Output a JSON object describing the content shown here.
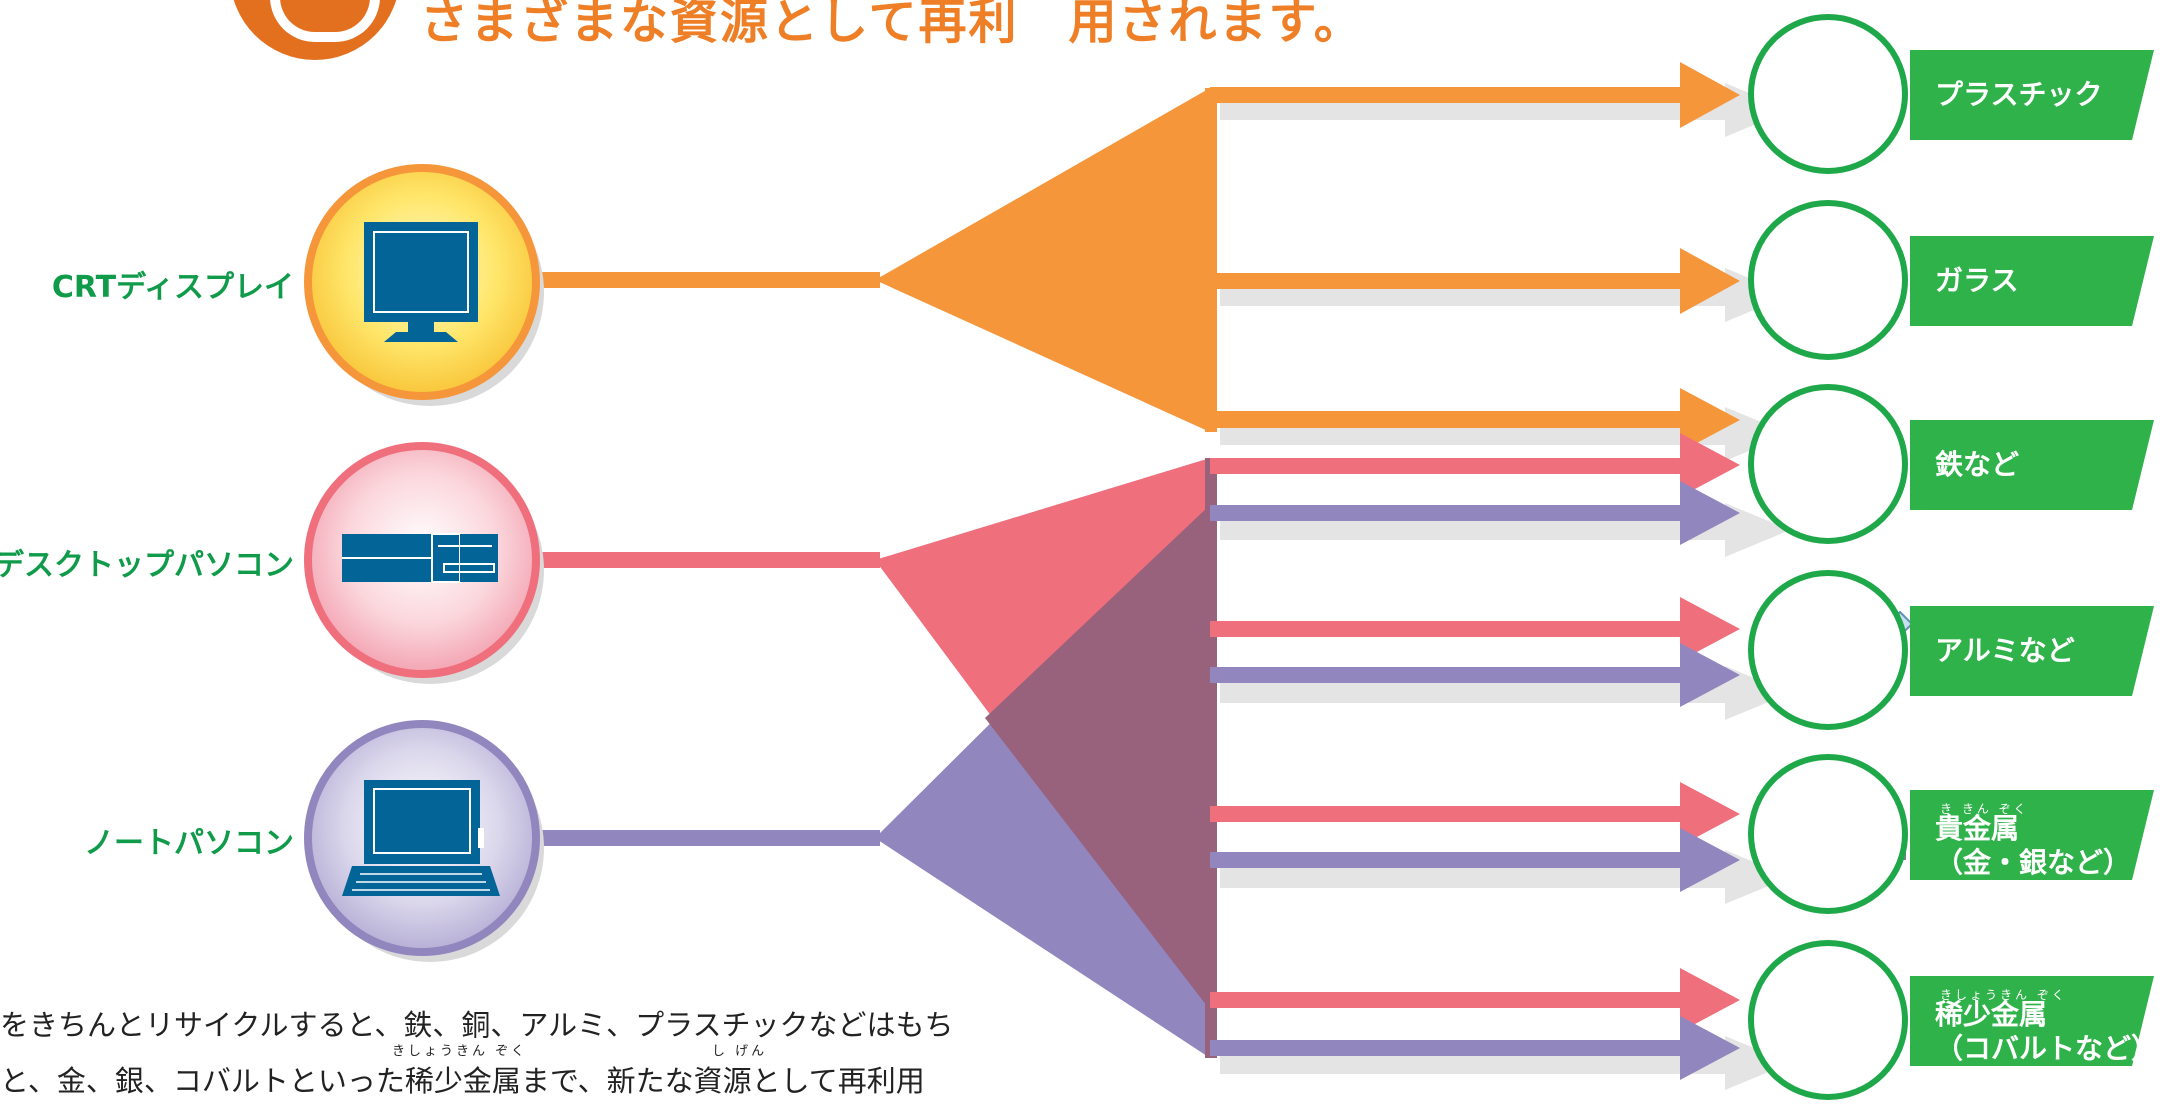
{
  "heading": {
    "text": "さまざまな資源として再利　用されます。"
  },
  "sources": [
    {
      "label": "CRTディスプレイ",
      "icon": "crt-monitor-icon",
      "color": "#f5963b"
    },
    {
      "label": "デスクトップパソコン",
      "icon": "desktop-pc-icon",
      "color": "#ef6f7d"
    },
    {
      "label": "ノートパソコン",
      "icon": "laptop-icon",
      "color": "#9186be"
    }
  ],
  "destinations": [
    {
      "label": "プラスチック",
      "icon": "plastic-pieces-icon"
    },
    {
      "label": "ガラス",
      "icon": "glass-panes-icon"
    },
    {
      "label": "鉄など",
      "icon": "iron-scrap-icon"
    },
    {
      "label": "アルミなど",
      "icon": "aluminum-rods-icon"
    },
    {
      "label": "貴金属",
      "sublabel": "（金・銀など）",
      "ruby": "き きん ぞく",
      "icon": "precious-metal-ingots-icon"
    },
    {
      "label": "稀少金属",
      "sublabel": "（コバルトなど）",
      "ruby": "きしょうきん ぞく",
      "icon": "rare-metal-ingots-icon"
    }
  ],
  "body_text": {
    "line1": "をきちんとリサイクルすると、鉄、銅、アルミ、プラスチックなどはもち",
    "line2": "と、金、銀、コバルトといった稀少金属まで、新たな資源として再利用",
    "ruby1": "きしょうきん ぞく",
    "ruby2": "し げん"
  },
  "colors": {
    "orange": "#f5963b",
    "pink": "#ef6f7d",
    "purple": "#9186be",
    "overlap": "#98627d",
    "green": "#2fb24a",
    "icon_blue": "#036497"
  }
}
